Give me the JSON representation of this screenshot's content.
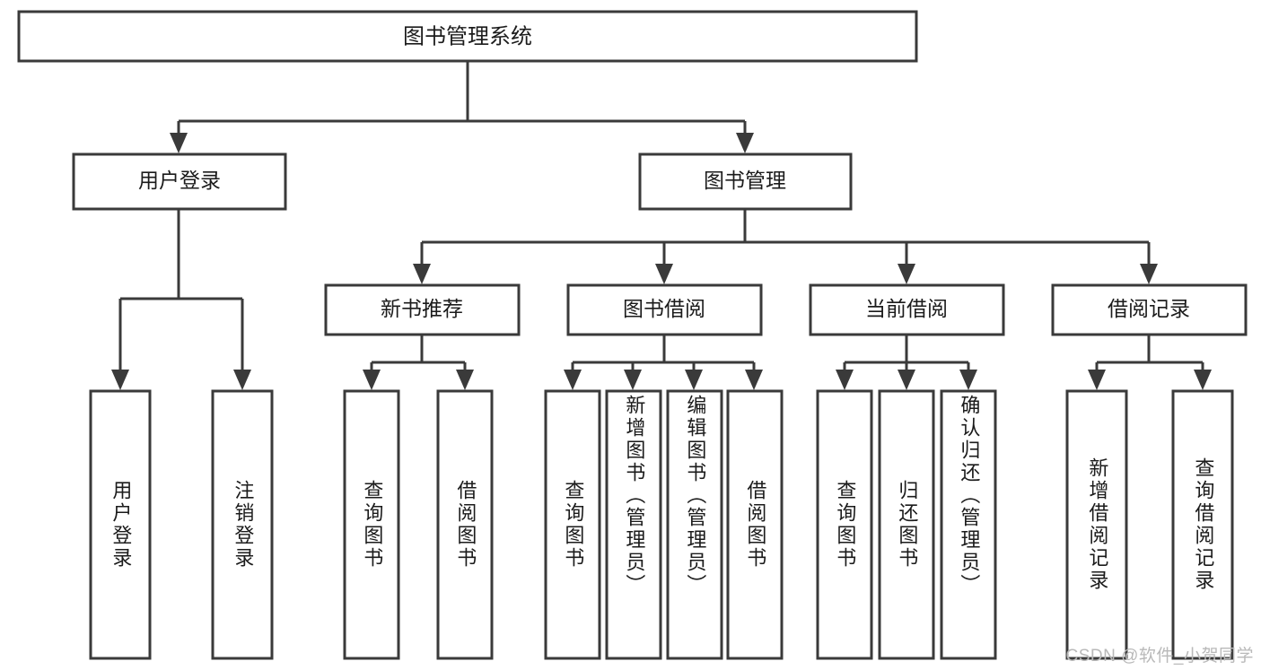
{
  "diagram": {
    "type": "tree-hierarchy",
    "title": "图书管理系统",
    "colors": {
      "box_stroke": "#3a3a3a",
      "box_fill": "#ffffff",
      "connector": "#3a3a3a",
      "text": "#1b1b1b",
      "watermark": "#b9b9b9",
      "background": "#ffffff"
    },
    "root": {
      "label": "图书管理系统"
    },
    "level2": [
      {
        "label": "用户登录"
      },
      {
        "label": "图书管理"
      }
    ],
    "level3": [
      {
        "label": "新书推荐"
      },
      {
        "label": "图书借阅"
      },
      {
        "label": "当前借阅"
      },
      {
        "label": "借阅记录"
      }
    ],
    "leaves": {
      "user_login": [
        {
          "label": "用户登录"
        },
        {
          "label": "注销登录"
        }
      ],
      "new_book_recommend": [
        {
          "label": "查询图书"
        },
        {
          "label": "借阅图书"
        }
      ],
      "book_borrow": [
        {
          "label": "查询图书"
        },
        {
          "label": "新增图书（管理员）"
        },
        {
          "label": "编辑图书（管理员）"
        },
        {
          "label": "借阅图书"
        }
      ],
      "current_borrow": [
        {
          "label": "查询图书"
        },
        {
          "label": "归还图书"
        },
        {
          "label": "确认归还（管理员）"
        }
      ],
      "borrow_record": [
        {
          "label": "新增借阅记录"
        },
        {
          "label": "查询借阅记录"
        }
      ]
    }
  },
  "watermark": {
    "text": "CSDN @软件_小贺同学"
  }
}
